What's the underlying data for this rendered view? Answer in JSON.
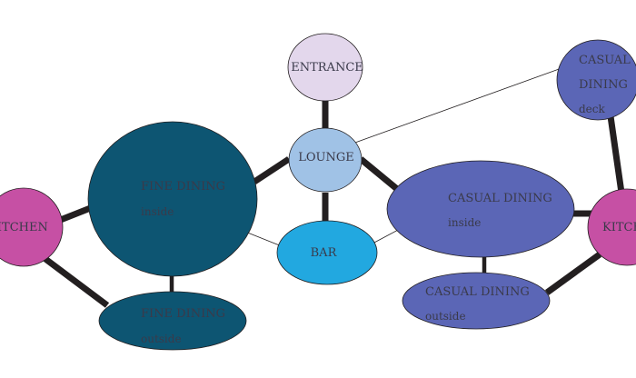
{
  "nodes": {
    "entrance": {
      "line1": "ENTRANCE",
      "color": "#e3d7ec"
    },
    "lounge": {
      "line1": "LOUNGE",
      "color": "#a0c2e6"
    },
    "bar": {
      "line1": "BAR",
      "color": "#22a8e0"
    },
    "fine_inside": {
      "line1": "FINE DINING",
      "line2": "inside",
      "color": "#0d5572"
    },
    "fine_outside": {
      "line1": "FINE DINING",
      "line2": "outside",
      "color": "#0d5572"
    },
    "kitchen_left": {
      "line1": "KITCHEN",
      "color": "#c650a4"
    },
    "casual_inside": {
      "line1": "CASUAL DINING",
      "line2": "inside",
      "color": "#5b66b6"
    },
    "casual_outside": {
      "line1": "CASUAL DINING",
      "line2": "outside",
      "color": "#5b66b6"
    },
    "casual_deck": {
      "line1": "CASUAL",
      "line2": "DINING",
      "line3": "deck",
      "color": "#5b66b6"
    },
    "kitchen_right": {
      "line1": "KITCHEN",
      "color": "#c650a4"
    }
  },
  "connectors": {
    "strong_color": "#231f20",
    "weak_color": "#231f20"
  }
}
